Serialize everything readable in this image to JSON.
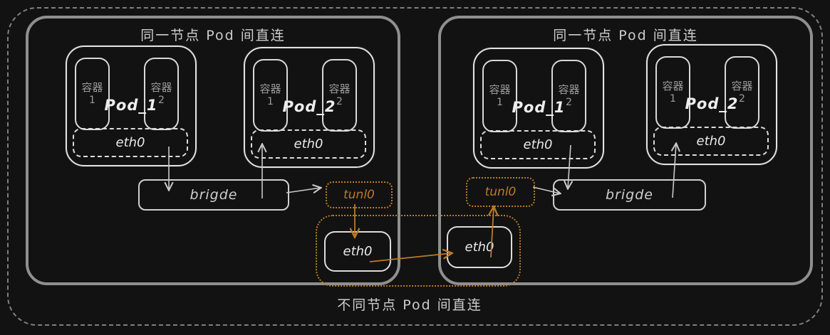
{
  "colors": {
    "background": "#121212",
    "outer_dashed_border": "#7f7f7f",
    "node_border": "#8f8f8f",
    "box_border": "#e3e3e3",
    "accent_orange": "#bc7a29",
    "arrow_gray": "#c9c9c9",
    "dim_text": "#9c9c9c",
    "bright_text": "#ededed",
    "title_text": "#cdcdcd"
  },
  "nodes": [
    {
      "title": "同一节点 Pod 间直连",
      "pods": [
        {
          "name": "Pod_1",
          "containers": [
            {
              "label": "容器",
              "index": "1"
            },
            {
              "label": "容器",
              "index": "2"
            }
          ],
          "nic": "eth0"
        },
        {
          "name": "Pod_2",
          "containers": [
            {
              "label": "容器",
              "index": "1"
            },
            {
              "label": "容器",
              "index": "2"
            }
          ],
          "nic": "eth0"
        }
      ],
      "bridge_label": "brigde",
      "tunnel_label": "tunl0",
      "host_nic": "eth0"
    },
    {
      "title": "同一节点 Pod 间直连",
      "pods": [
        {
          "name": "Pod_1",
          "containers": [
            {
              "label": "容器",
              "index": "1"
            },
            {
              "label": "容器",
              "index": "2"
            }
          ],
          "nic": "eth0"
        },
        {
          "name": "Pod_2",
          "containers": [
            {
              "label": "容器",
              "index": "1"
            },
            {
              "label": "容器",
              "index": "2"
            }
          ],
          "nic": "eth0"
        }
      ],
      "bridge_label": "brigde",
      "tunnel_label": "tunl0",
      "host_nic": "eth0"
    }
  ],
  "cross_node": {
    "label": "不同节点 Pod 间直连"
  },
  "connections": [
    {
      "from": "node1.pod1.eth0",
      "to": "node1.bridge",
      "color": "gray"
    },
    {
      "from": "node1.bridge",
      "to": "node1.pod2.eth0",
      "color": "gray"
    },
    {
      "from": "node1.bridge",
      "to": "node1.tunl0",
      "color": "gray"
    },
    {
      "from": "node1.tunl0",
      "to": "node1.host_eth0",
      "color": "orange"
    },
    {
      "from": "node1.host_eth0",
      "to": "node2.host_eth0",
      "color": "orange"
    },
    {
      "from": "node2.host_eth0",
      "to": "node2.tunl0",
      "color": "orange"
    },
    {
      "from": "node2.tunl0",
      "to": "node2.bridge",
      "color": "gray"
    },
    {
      "from": "node2.pod1.eth0",
      "to": "node2.bridge",
      "color": "gray"
    },
    {
      "from": "node2.bridge",
      "to": "node2.pod2.eth0",
      "color": "gray"
    }
  ]
}
